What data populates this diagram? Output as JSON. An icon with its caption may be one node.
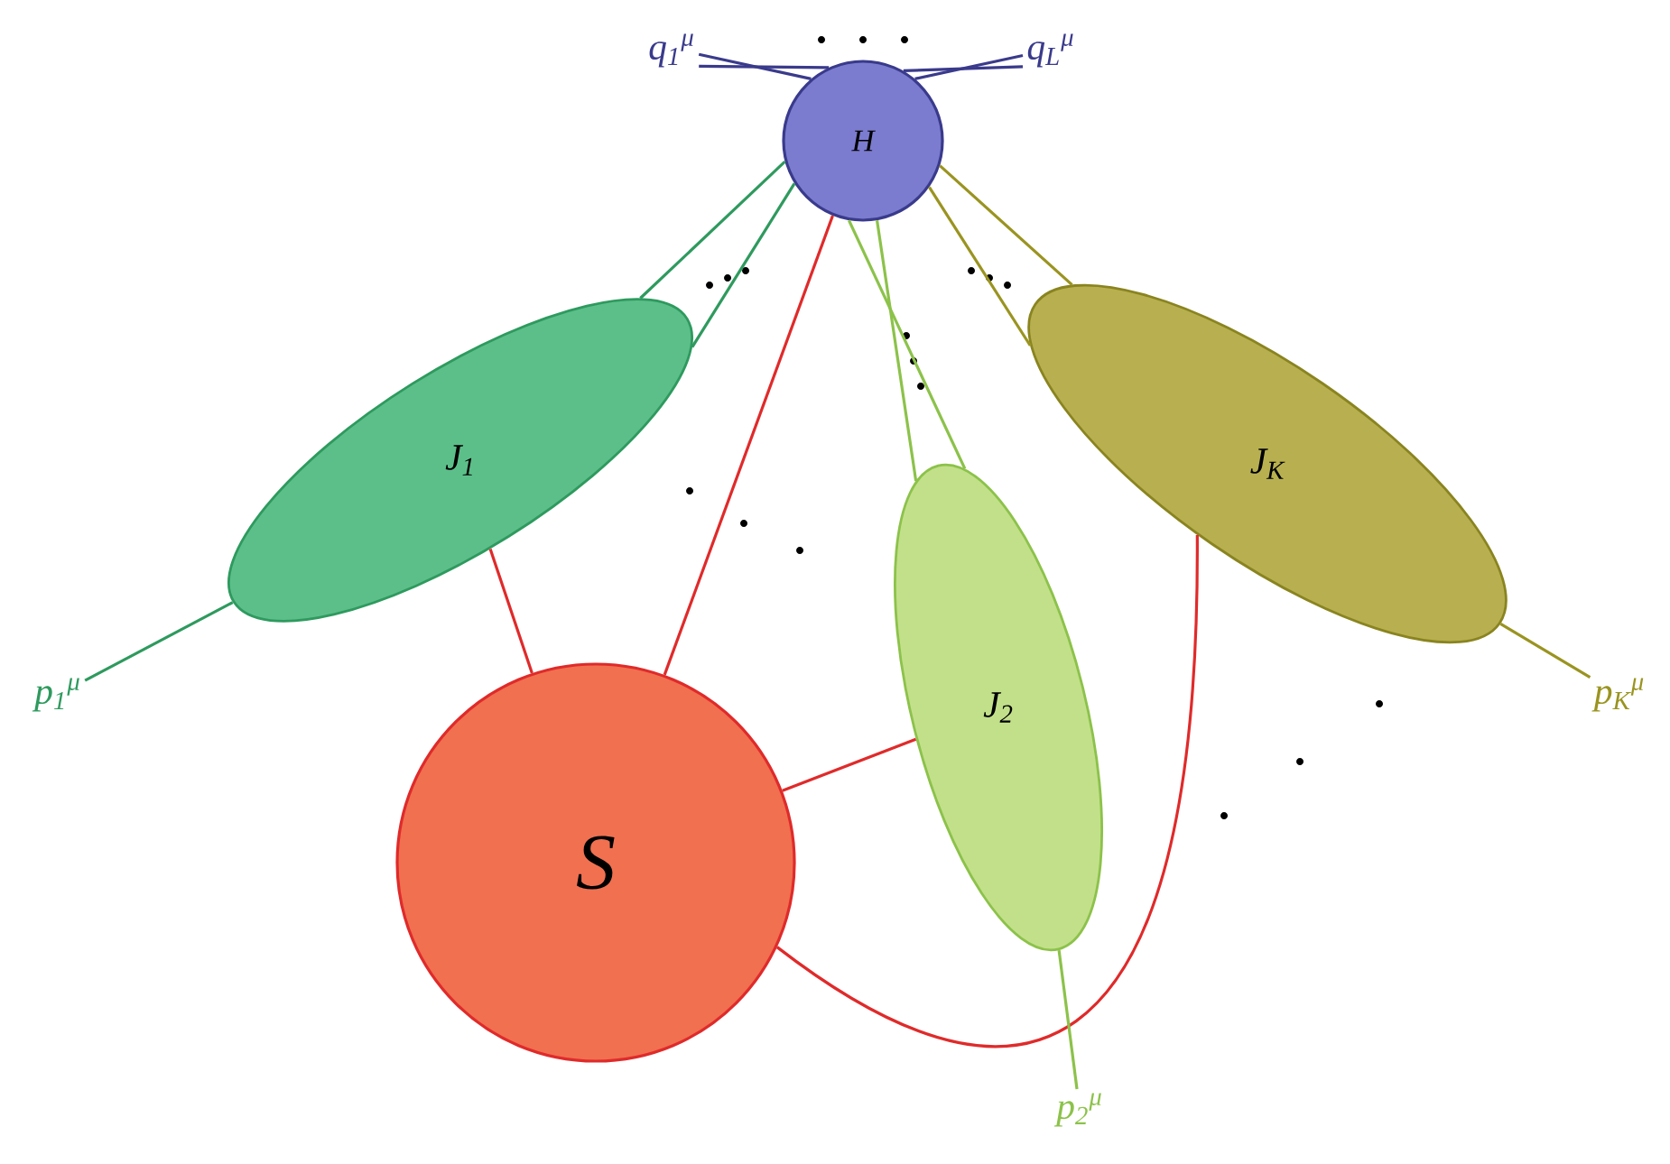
{
  "diagram": {
    "nodes": [
      {
        "text": [
          "H"
        ]
      },
      {
        "text": [
          "J$_{1}$"
        ]
      },
      {
        "text": [
          "J$_{2}$"
        ]
      },
      {
        "text": [
          "J$_{K}$"
        ]
      },
      {
        "text": [
          "S"
        ]
      },
      {
        "text": [
          "p$_{1}$$^{μ}$"
        ]
      },
      {
        "text": [
          "p$_{2}$$^{μ}$"
        ]
      },
      {
        "text": [
          "p$_{K}$$^{μ}$"
        ]
      },
      {
        "text": [
          "q$_{1}$$^{μ}$"
        ]
      },
      {
        "text": [
          "q$_{L}$$^{μ}$"
        ]
      }
    ],
    "edges": [
      {
        "from": 0,
        "to": 8,
        "arrow": "none",
        "color": "#3a3a8c"
      },
      {
        "from": 0,
        "to": 8,
        "arrow": "none",
        "color": "#3a3a8c"
      },
      {
        "from": 0,
        "to": 9,
        "arrow": "none",
        "color": "#3a3a8c"
      },
      {
        "from": 0,
        "to": 9,
        "arrow": "none",
        "color": "#3a3a8c"
      },
      {
        "from": 0,
        "to": 1,
        "arrow": "none",
        "color": "#2e9a5e"
      },
      {
        "from": 0,
        "to": 1,
        "arrow": "none",
        "color": "#2e9a5e"
      },
      {
        "from": 0,
        "to": 2,
        "arrow": "none",
        "color": "#8cc24a"
      },
      {
        "from": 0,
        "to": 2,
        "arrow": "none",
        "color": "#8cc24a"
      },
      {
        "from": 0,
        "to": 3,
        "arrow": "none",
        "color": "#9a9420"
      },
      {
        "from": 0,
        "to": 3,
        "arrow": "none",
        "color": "#9a9420"
      },
      {
        "from": 0,
        "to": 4,
        "arrow": "none",
        "color": "#e02a2a"
      },
      {
        "from": 1,
        "to": 4,
        "arrow": "none",
        "color": "#e02a2a"
      },
      {
        "from": 2,
        "to": 4,
        "arrow": "none",
        "color": "#e02a2a"
      },
      {
        "from": 3,
        "to": 4,
        "arrow": "none",
        "color": "#e02a2a"
      },
      {
        "from": 1,
        "to": 5,
        "arrow": "none",
        "color": "#2e9a5e"
      },
      {
        "from": 2,
        "to": 6,
        "arrow": "none",
        "color": "#8cc24a"
      },
      {
        "from": 3,
        "to": 7,
        "arrow": "none",
        "color": "#9a9420"
      }
    ]
  }
}
